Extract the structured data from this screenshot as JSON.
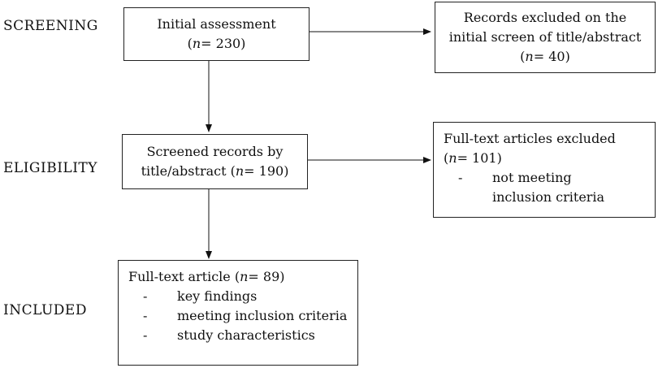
{
  "stages": {
    "screening": "SCREENING",
    "eligibility": "ELIGIBILITY",
    "included": "INCLUDED"
  },
  "boxes": {
    "initial_assessment": {
      "title": "Initial assessment",
      "n_label": "n",
      "n_value": "= 230"
    },
    "records_excluded": {
      "line1": "Records excluded on the",
      "line2": "initial screen of title/abstract",
      "n_label": "n",
      "n_value": "= 40"
    },
    "screened_records": {
      "line1": "Screened records by",
      "line2_prefix": "title/abstract (",
      "n_label": "n",
      "n_value": "= 190)"
    },
    "fulltext_excluded": {
      "title": "Full-text articles excluded",
      "n_prefix": "(",
      "n_label": "n",
      "n_value": "= 101)",
      "items": [
        {
          "dash": "-",
          "text": "not meeting inclusion criteria"
        }
      ]
    },
    "fulltext_included": {
      "title_prefix": "Full-text article (",
      "n_label": "n",
      "n_value": "= 89)",
      "items": [
        {
          "dash": "-",
          "text": "key findings"
        },
        {
          "dash": "-",
          "text": "meeting inclusion criteria"
        },
        {
          "dash": "-",
          "text": "study characteristics"
        }
      ]
    }
  }
}
